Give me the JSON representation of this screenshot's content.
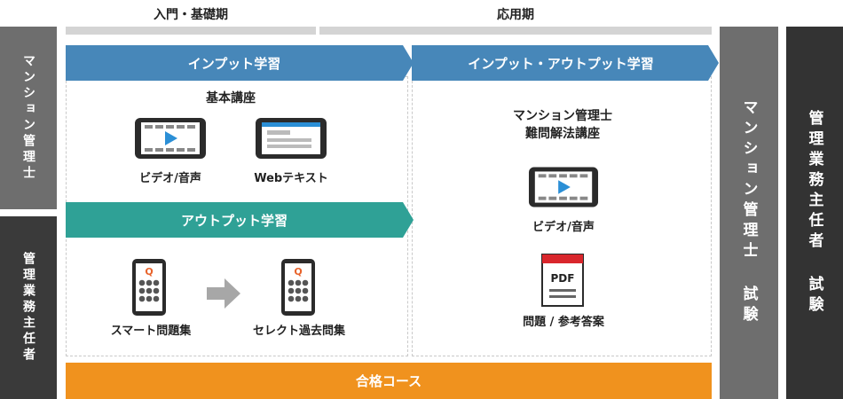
{
  "phases": {
    "intro": "入門・基礎期",
    "applied": "応用期"
  },
  "left_labels": {
    "top": "マンション管理士",
    "bottom": "管理業務主任者"
  },
  "exams": {
    "mansion": "マンション管理士 試験",
    "kanri": "管理業務主任者 試験"
  },
  "flows": {
    "input": "インプット学習",
    "output": "アウトプット学習",
    "input_output": "インプット・アウトプット学習",
    "goal": "合格コース"
  },
  "basic": {
    "title": "基本講座",
    "video_label": "ビデオ/音声",
    "web_label": "Webテキスト"
  },
  "output_items": {
    "smart_label": "スマート問題集",
    "select_label": "セレクト過去問集",
    "q_mark": "Q"
  },
  "advanced": {
    "title_line1": "マンション管理士",
    "title_line2": "難問解法講座",
    "video_label": "ビデオ/音声",
    "pdf_mark": "PDF",
    "pdf_label": "問題 / 参考答案"
  },
  "colors": {
    "input_arrow": "#4787b9",
    "output_arrow": "#2fa196",
    "goal_bar": "#f0921e",
    "side_gray": "#6e6e6e",
    "side_dark": "#333333",
    "pdf_red": "#d9262c"
  }
}
